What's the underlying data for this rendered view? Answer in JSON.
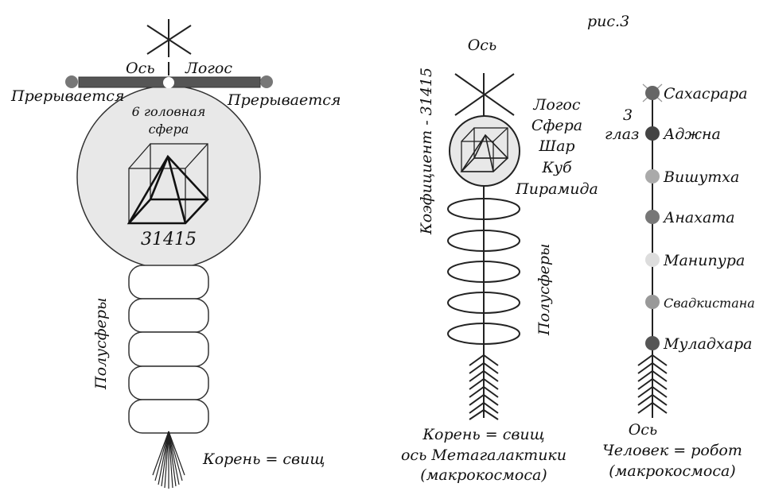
{
  "figure_label": "рис.3",
  "left": {
    "axis_label": "Ось",
    "logos_label": "Логос",
    "interrupted_left": "Прерывается",
    "interrupted_right": "Прерывается",
    "sphere_title_1": "6 головная",
    "sphere_title_2": "сфера",
    "number": "31415",
    "hemispheres_label": "Полусферы",
    "root_label": "Корень = свищ"
  },
  "middle": {
    "axis_label": "Ось",
    "coefficient_label": "Коэфициент - 31415",
    "stack_labels": [
      "Логос",
      "Сфера",
      "Шар",
      "Куб",
      "Пирамида"
    ],
    "hemispheres_label": "Полусферы",
    "caption": [
      "Корень = свищ",
      "ось Метагалактики",
      "(макрокосмоса)"
    ]
  },
  "right": {
    "third_eye_1": "3",
    "third_eye_2": "глаз",
    "chakras": [
      {
        "name": "Сахасрара",
        "color": "#666666"
      },
      {
        "name": "Аджна",
        "color": "#444444"
      },
      {
        "name": "Вишутха",
        "color": "#aaaaaa"
      },
      {
        "name": "Анахата",
        "color": "#777777"
      },
      {
        "name": "Манипура",
        "color": "#dddddd"
      },
      {
        "name": "Свадкистана",
        "color": "#999999"
      },
      {
        "name": "Муладхара",
        "color": "#555555"
      }
    ],
    "caption": [
      "Ось",
      "Человек = робот",
      "(макрокосмоса)"
    ]
  }
}
